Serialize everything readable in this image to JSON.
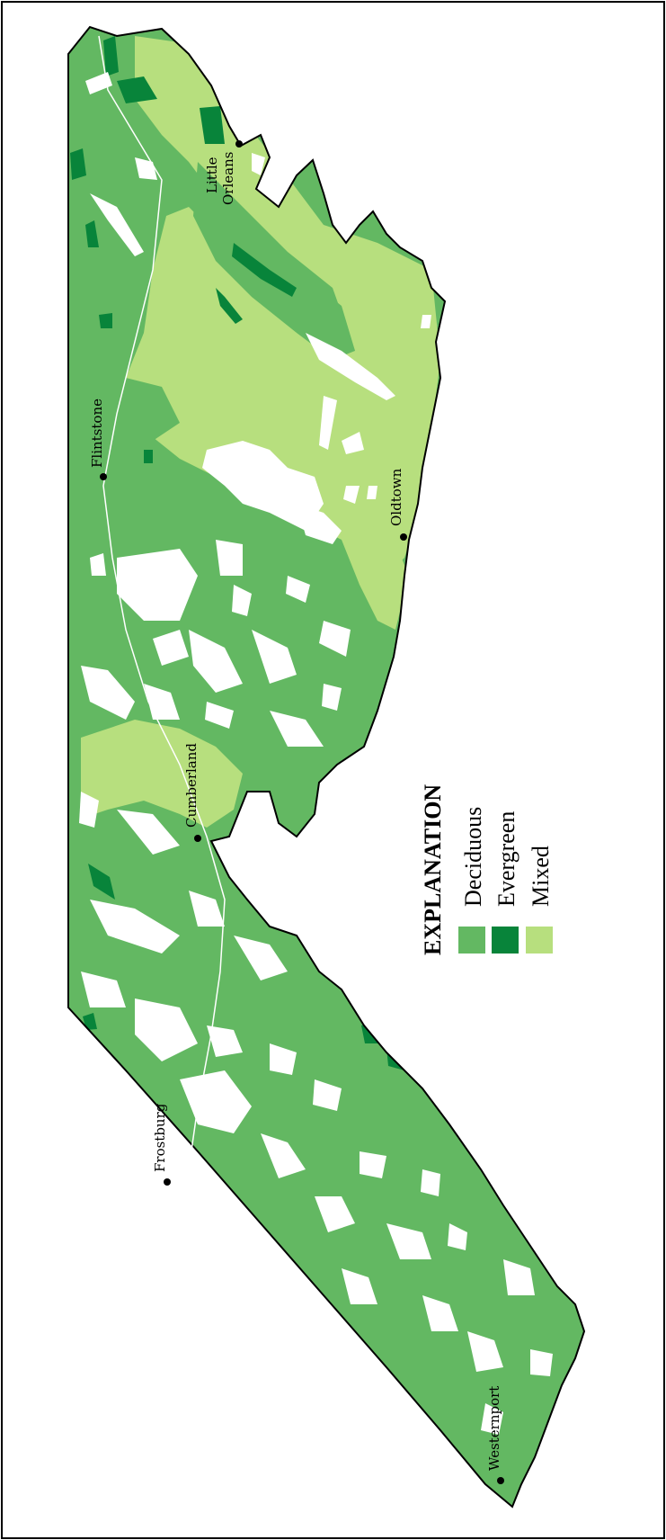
{
  "map": {
    "colors": {
      "deciduous": "#63b862",
      "evergreen": "#08843a",
      "mixed": "#b7df7e",
      "background": "#ffffff",
      "outline": "#000000"
    },
    "towns": [
      {
        "name": "Little",
        "id": "little-orleans-line1"
      },
      {
        "name": "Orleans",
        "id": "little-orleans-line2"
      },
      {
        "name": "Flintstone",
        "id": "flintstone"
      },
      {
        "name": "Oldtown",
        "id": "oldtown"
      },
      {
        "name": "Cumberland",
        "id": "cumberland"
      },
      {
        "name": "Frostburg",
        "id": "frostburg"
      },
      {
        "name": "Westernport",
        "id": "westernport"
      }
    ]
  },
  "legend": {
    "title": "EXPLANATION",
    "items": [
      {
        "label": "Deciduous",
        "color": "#63b862"
      },
      {
        "label": "Evergreen",
        "color": "#08843a"
      },
      {
        "label": "Mixed",
        "color": "#b7df7e"
      }
    ]
  }
}
